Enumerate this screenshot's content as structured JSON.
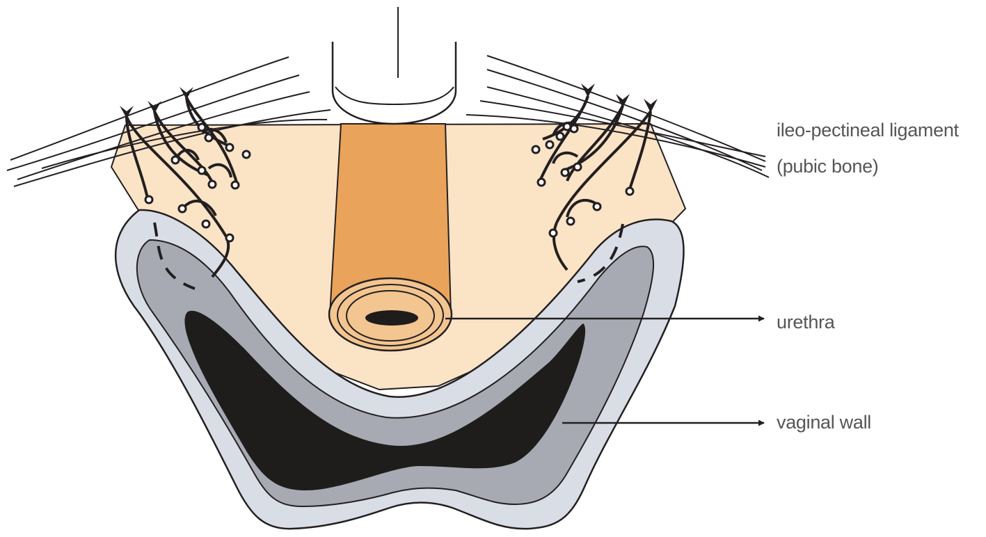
{
  "labels": {
    "ligament_line1": "ileo-pectineal ligament",
    "ligament_line2": "(pubic bone)",
    "urethra": "urethra",
    "vaginal_wall": "vaginal wall"
  },
  "colors": {
    "tissue": "#fbe3c6",
    "urethra": "#e9a35b",
    "urethra_end": "#f3c590",
    "wall_outer": "#d9dde5",
    "wall_inner": "#a7aab3",
    "lumen": "#1f1c1c",
    "stroke": "#231f20"
  }
}
